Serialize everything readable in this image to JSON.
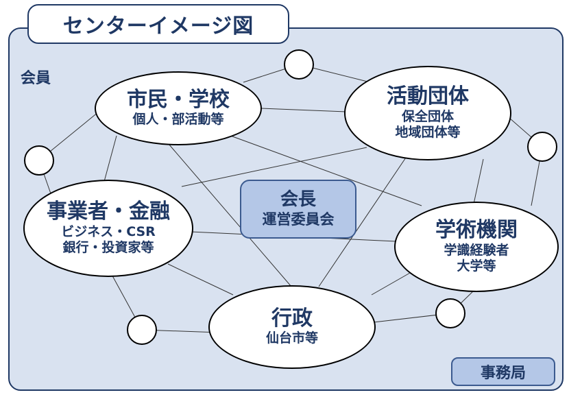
{
  "title": "センターイメージ図",
  "members_label": "会員",
  "center": {
    "line1": "会長",
    "line2": "運営委員会"
  },
  "secretariat": "事務局",
  "nodes": {
    "citizens": {
      "main": "市民・学校",
      "sub1": "個人・部活動等"
    },
    "activity": {
      "main": "活動団体",
      "sub1": "保全団体",
      "sub2": "地域団体等"
    },
    "business": {
      "main": "事業者・金融",
      "sub1": "ビジネス・CSR",
      "sub2": "銀行・投資家等"
    },
    "academic": {
      "main": "学術機関",
      "sub1": "学識経験者",
      "sub2": "大学等"
    },
    "government": {
      "main": "行政",
      "sub1": "仙台市等"
    }
  },
  "colors": {
    "navy": "#1f3864",
    "panel_fill": "#d9e2f0",
    "box_fill": "#b4c7e7"
  }
}
